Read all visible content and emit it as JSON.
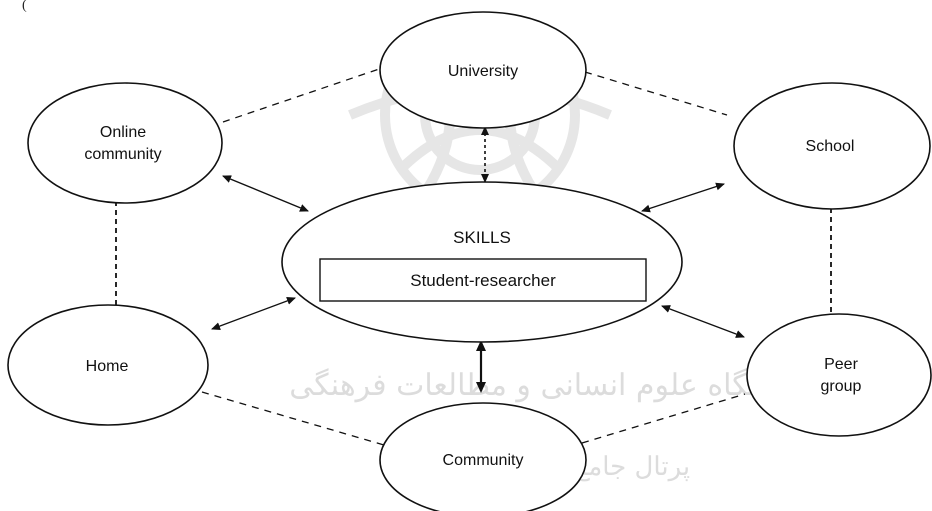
{
  "top_fragment": "(",
  "nodes": {
    "university": "University",
    "online_line1": "Online",
    "online_line2": "community",
    "school": "School",
    "home": "Home",
    "peer_line1": "Peer",
    "peer_line2": "group",
    "community": "Community"
  },
  "center": {
    "title": "SKILLS",
    "box": "Student-researcher"
  },
  "watermark": {
    "line1": "پژوهشگاه علوم انسانی و مطالعات فرهنگی",
    "line2": "پرتال جامع علوم انسانی"
  }
}
